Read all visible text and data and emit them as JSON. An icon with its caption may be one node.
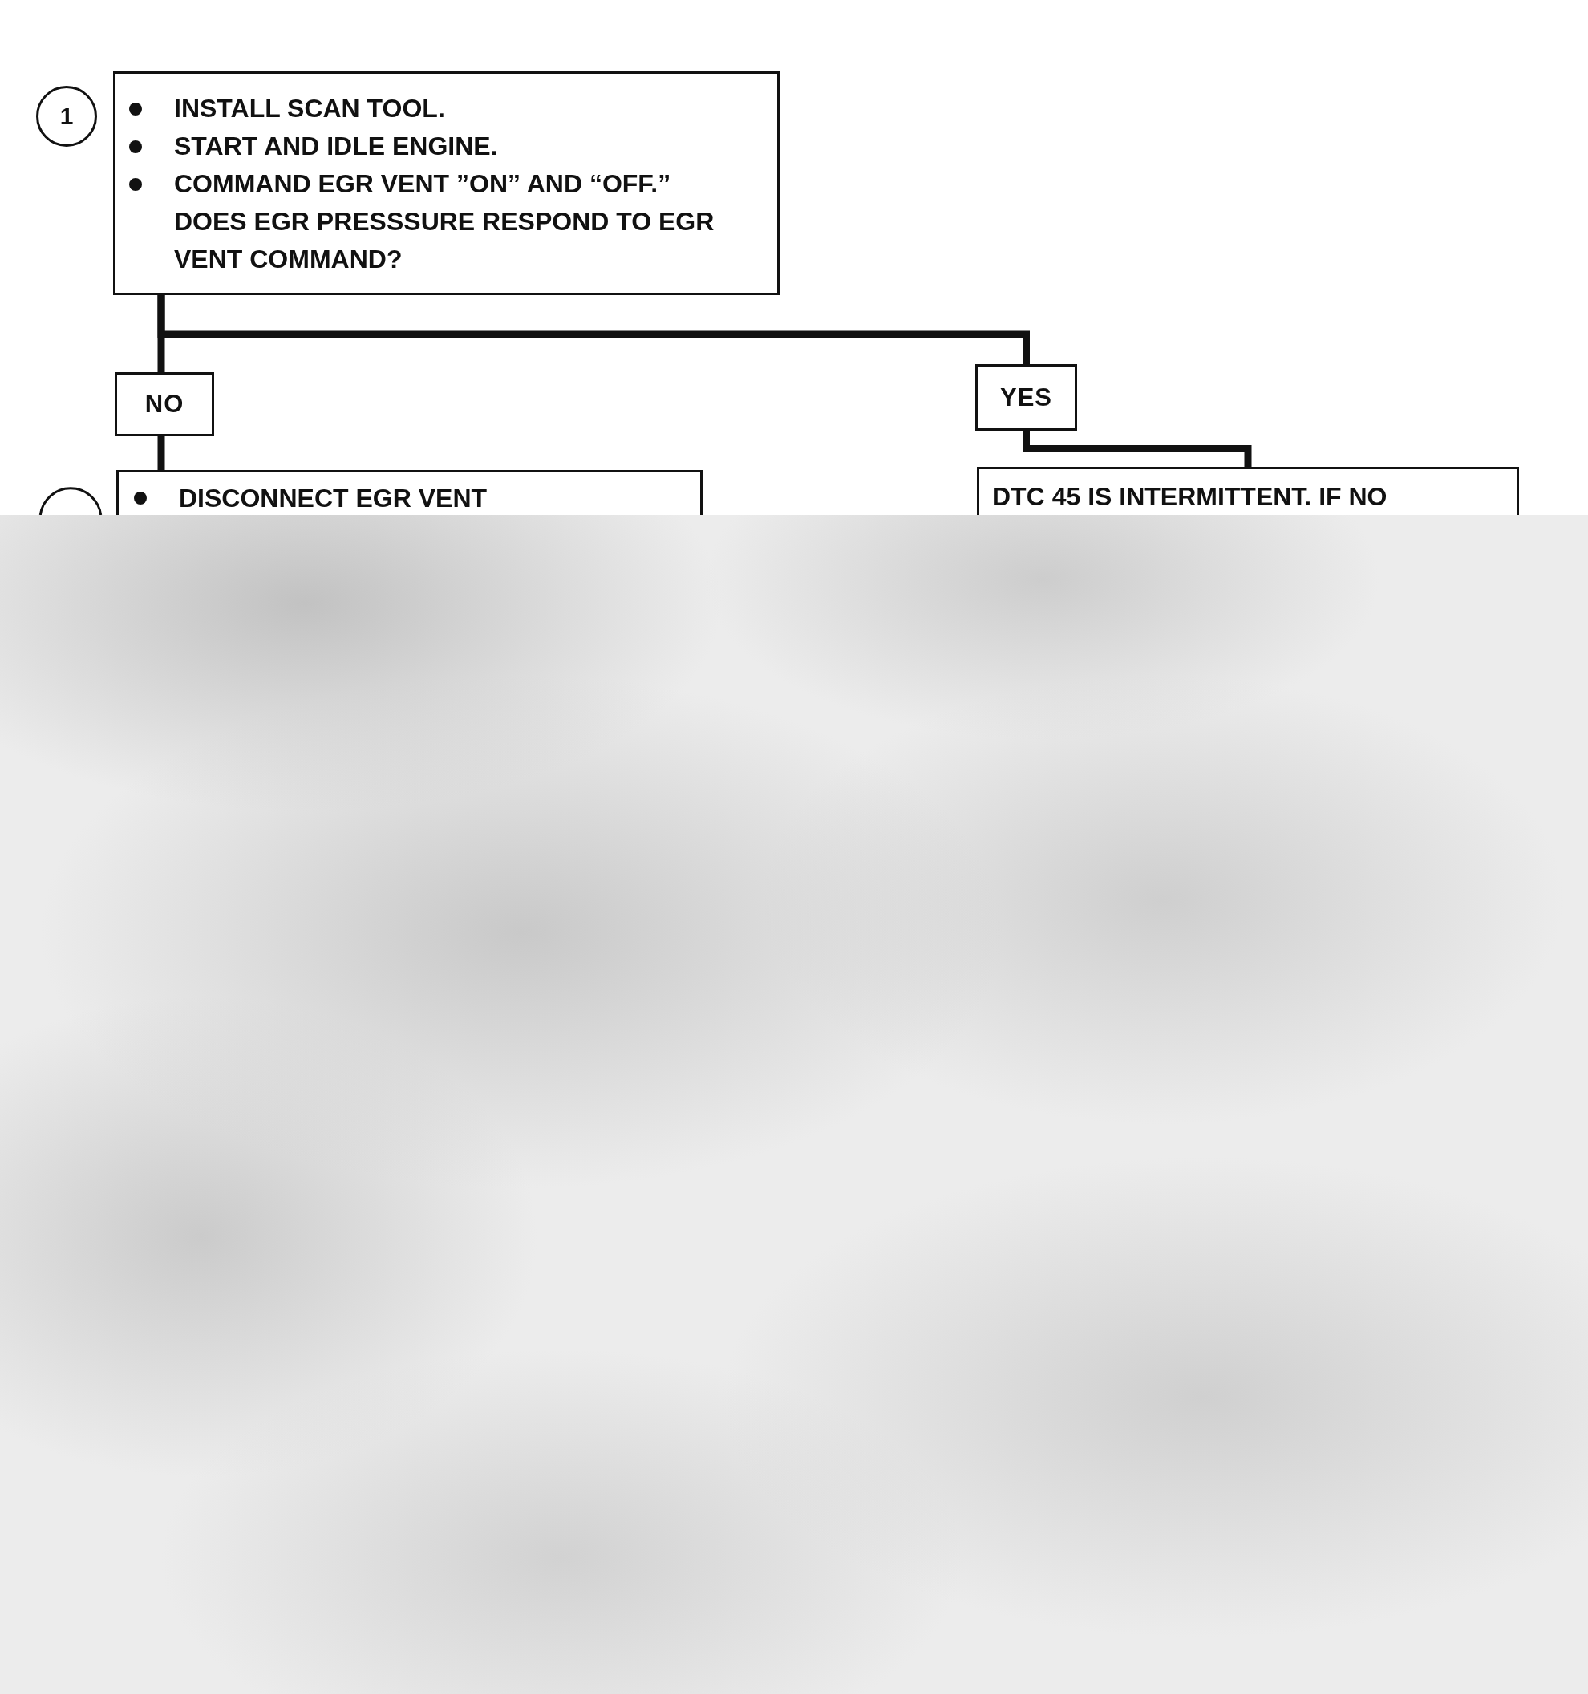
{
  "diagram": {
    "nodes": [
      {
        "text": [
          "INSTALL SCAN TOOL.",
          "START AND IDLE ENGINE.",
          "COMMAND EGR VENT ”ON” AND “OFF.”",
          "DOES EGR PRESSSURE RESPOND TO EGR VENT COMMAND?"
        ],
        "beside": [
          "1"
        ]
      },
      {
        "text": [
          "NO"
        ]
      },
      {
        "text": [
          "YES"
        ]
      },
      {
        "text": [
          "DISCONNECT EGR VENT"
        ]
      },
      {
        "text": [
          "DTC 45 IS INTERMITTENT. IF NO"
        ]
      }
    ],
    "edges": [
      {
        "from": 0,
        "to": 1,
        "arrow": "none"
      },
      {
        "from": 0,
        "to": 2,
        "arrow": "none"
      },
      {
        "from": 1,
        "to": 3,
        "arrow": "none"
      },
      {
        "from": 2,
        "to": 4,
        "arrow": "none"
      }
    ]
  }
}
